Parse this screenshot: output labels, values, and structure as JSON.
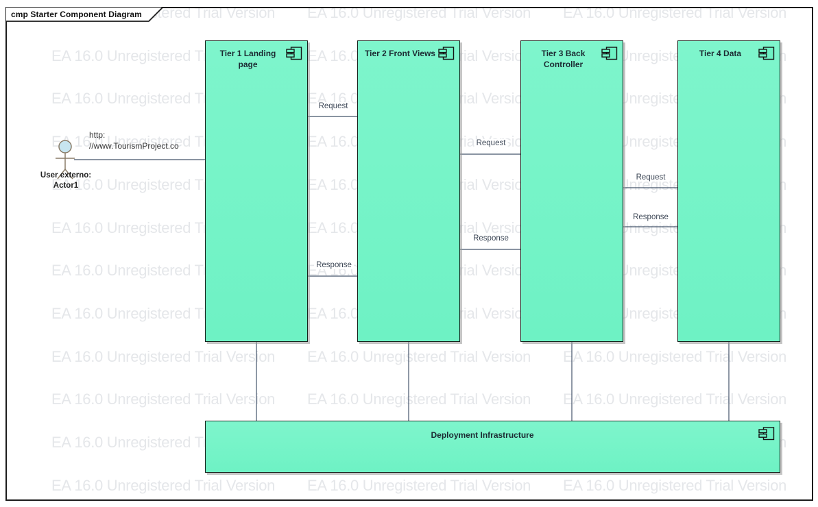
{
  "diagram": {
    "tab_label": "cmp Starter Component Diagram",
    "watermark_text": "EA 16.0 Unregistered Trial Version"
  },
  "actor": {
    "name_line1": "User externo:",
    "name_line2": "Actor1",
    "link_label_line1": "http:",
    "link_label_line2": "//www.TourismProject.co"
  },
  "components": {
    "tier1": {
      "label": "Tier 1 Landing page"
    },
    "tier2": {
      "label": "Tier 2 Front Views"
    },
    "tier3": {
      "label": "Tier 3 Back Controller"
    },
    "tier4": {
      "label": "Tier 4 Data"
    },
    "deployment": {
      "label": "Deployment Infrastructure"
    }
  },
  "connections": {
    "t1_t2": {
      "request": "Request",
      "response": "Response"
    },
    "t2_t3": {
      "request": "Request",
      "response": "Response"
    },
    "t3_t4": {
      "request": "Request",
      "response": "Response"
    }
  },
  "colors": {
    "component_fill": "#6ef2c4",
    "component_border": "#15221b",
    "connector_line": "#44546a",
    "watermark": "#e5e7ea",
    "actor_outline": "#8a7c68",
    "actor_head_fill": "#c7e5f0"
  }
}
